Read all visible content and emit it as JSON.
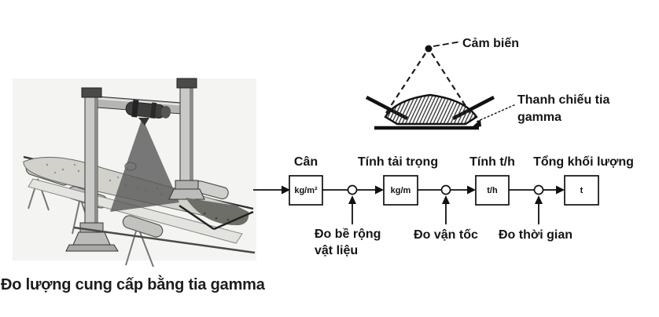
{
  "figure": {
    "caption": "Đo lượng cung cấp bằng tia gamma"
  },
  "cross_section": {
    "sensor_label": "Cảm biến",
    "gamma_bar_label_line1": "Thanh chiếu tia",
    "gamma_bar_label_line2": "gamma"
  },
  "flow_diagram": {
    "stages": [
      {
        "title": "Cân",
        "unit": "kg/m²"
      },
      {
        "title": "Tính tải trọng",
        "unit": "kg/m"
      },
      {
        "title": "Tính t/h",
        "unit": "t/h"
      },
      {
        "title": "Tổng khối lượng",
        "unit": "t"
      }
    ],
    "inputs": [
      {
        "lines": [
          "Đo bề rộng",
          "vật liệu"
        ]
      },
      {
        "lines": [
          "Đo vận tốc"
        ]
      },
      {
        "lines": [
          "Đo thời gian"
        ]
      }
    ]
  },
  "colors": {
    "ink": "#1a1a1a",
    "illustration_panel": "#f4f4f2",
    "page_background": "#ffffff"
  }
}
